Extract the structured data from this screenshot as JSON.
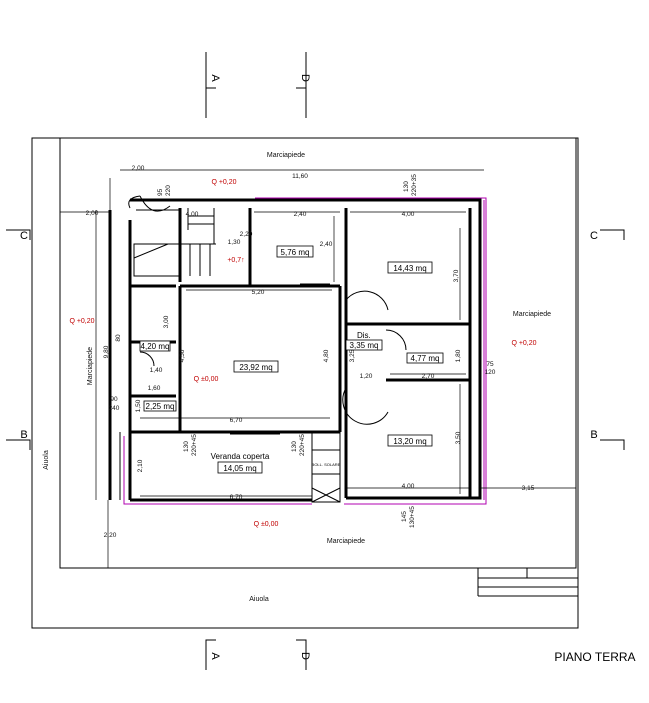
{
  "title": "PIANO TERRA",
  "colors": {
    "line": "#000000",
    "red": "#c00000",
    "magenta": "#b000b0"
  },
  "outer_labels": {
    "aiuola_left": "Aiuola",
    "aiuola_bottom": "Aiuola",
    "marciapiede_top": "Marciapiede",
    "marciapiede_left": "Marciapiede",
    "marciapiede_right": "Marciapiede",
    "marciapiede_bottom": "Marciapiede"
  },
  "sections": {
    "a": "A",
    "d": "D",
    "b": "B",
    "c": "C"
  },
  "elevations": {
    "top": "Q +0,20",
    "left": "Q +0,20",
    "right": "Q +0,20",
    "bottom": "Q ±0,00",
    "center": "Q ±0,00",
    "stair": "+0,7↑"
  },
  "rooms": {
    "soggiorno": "23,92 mq",
    "r576": "5,76 mq",
    "r1443": "14,43 mq",
    "r1320": "13,20 mq",
    "dis": "3,35 mq",
    "dis_label": "Dis.",
    "r477": "4,77 mq",
    "r420": "4,20 mq",
    "r225": "2,25 mq",
    "veranda_name": "Veranda coperta",
    "veranda_area": "14,05 mq",
    "boiler": "BOLL. SOLARE"
  },
  "dims": {
    "d200a": "2,00",
    "d1160": "11,60",
    "d130": "130",
    "d22035": "220+35",
    "d95": "95",
    "d220": "220",
    "d400a": "4,00",
    "d240a": "2,40",
    "d400b": "4,00",
    "d200b": "2,00",
    "d130b": "1,30",
    "d220b": "2,20",
    "d240b": "2,40",
    "d370": "3,70",
    "d520": "5,20",
    "d300": "3,00",
    "d980": "9,80",
    "d80": "80",
    "d450": "4,50",
    "d480": "4,80",
    "d325": "3,25",
    "d180": "1,80",
    "d140": "1,40",
    "d120": "1,20",
    "d270": "2,70",
    "d75": "75",
    "d120b": "120",
    "d160": "1,60",
    "d90": "90",
    "d240c": "240",
    "d150": "1,50",
    "d670a": "6,70",
    "d350": "3,50",
    "d130c": "130",
    "d22045": "220+45",
    "d130d": "130",
    "d22045b": "220+45",
    "d210": "2,10",
    "d670b": "6,70",
    "d400c": "4,00",
    "d315": "3,15",
    "d145": "145",
    "d13045": "130+45",
    "d220c": "2,20"
  }
}
